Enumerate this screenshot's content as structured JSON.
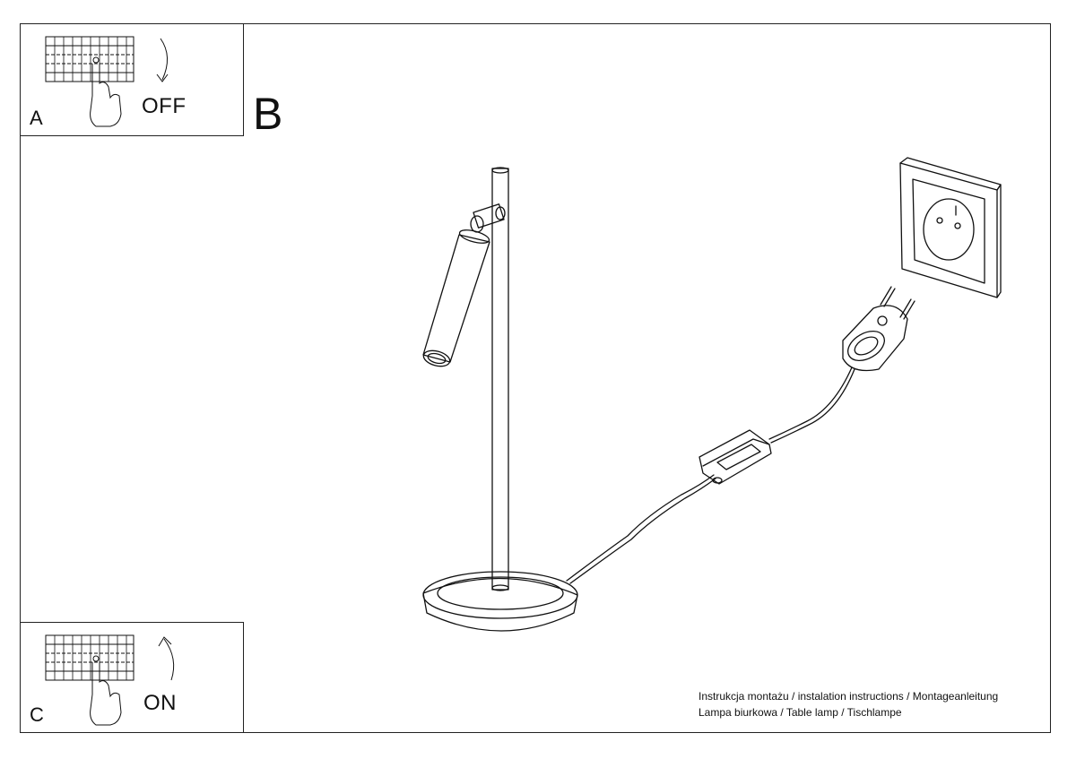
{
  "steps": {
    "a": {
      "letter": "A",
      "action": "OFF",
      "icon": "circuit-breaker-off"
    },
    "b": {
      "letter": "B",
      "illustration": "table-lamp-plugged-into-wall-socket"
    },
    "c": {
      "letter": "C",
      "action": "ON",
      "icon": "circuit-breaker-on"
    }
  },
  "caption": {
    "line1": "Instrukcja montażu / instalation instructions / Montageanleitung",
    "line2": "Lampa biurkowa / Table lamp / Tischlampe"
  },
  "colors": {
    "ink": "#111111",
    "paper": "#ffffff"
  }
}
